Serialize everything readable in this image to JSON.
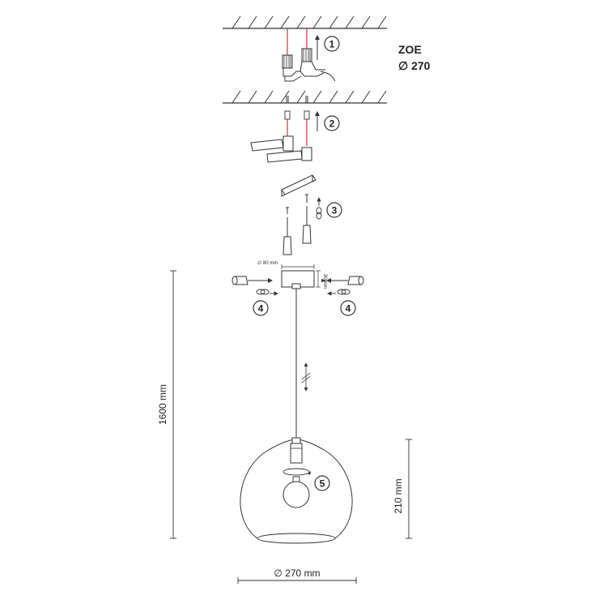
{
  "product": {
    "name": "ZOE",
    "size_label": "∅ 270"
  },
  "steps": {
    "step1": "1",
    "step2": "2",
    "step3": "3",
    "step4_left": "4",
    "step4_right": "4",
    "step5": "5"
  },
  "dimensions": {
    "total_height": "1600 mm",
    "shade_height": "210 mm",
    "shade_diameter": "∅ 270 mm",
    "canopy_diameter": "∅ 80 mm",
    "canopy_height": "30 mm"
  },
  "colors": {
    "line": "#333333",
    "wire": "#d43a2a",
    "accent_gray": "#888888"
  }
}
